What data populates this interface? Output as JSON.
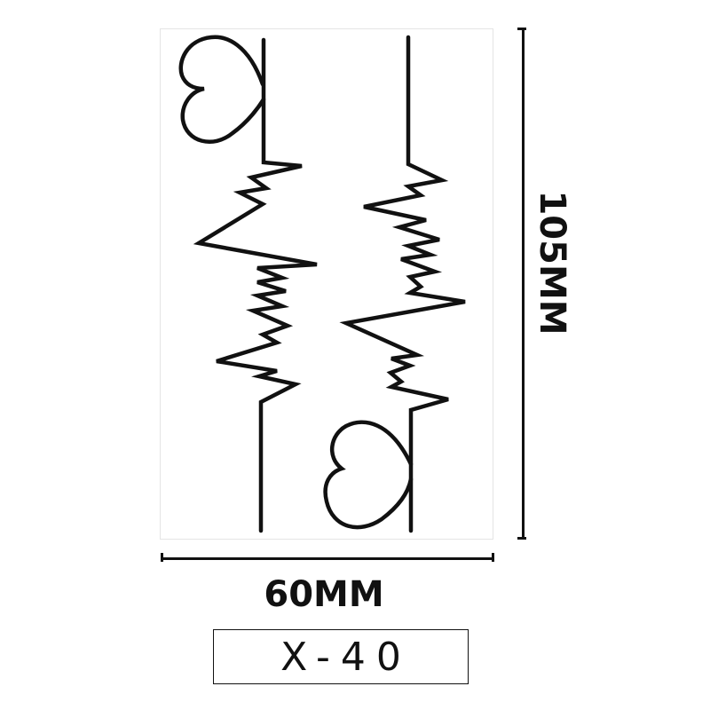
{
  "dimensions": {
    "width_label": "60MM",
    "height_label": "105MM"
  },
  "product": {
    "code": "X-40"
  },
  "colors": {
    "ink": "#111111",
    "background": "#ffffff",
    "sheet_border": "#e4e4e4"
  },
  "artwork": {
    "icons": [
      "heart-icon",
      "heartbeat-line-icon"
    ]
  }
}
